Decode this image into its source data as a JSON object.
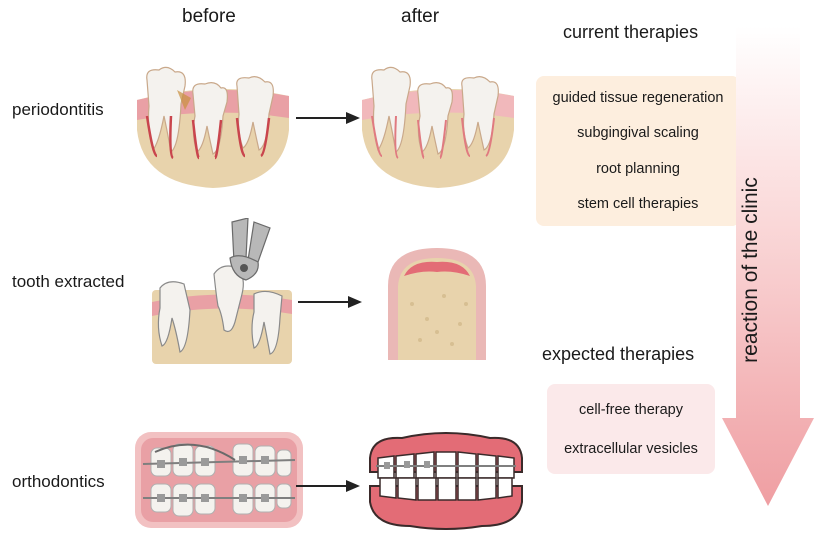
{
  "headers": {
    "before": "before",
    "after": "after"
  },
  "rows": [
    {
      "label": "periodontitis"
    },
    {
      "label": "tooth extracted"
    },
    {
      "label": "orthodontics"
    }
  ],
  "current": {
    "title": "current therapies",
    "items": [
      "guided tissue regeneration",
      "subgingival scaling",
      "root planning",
      "stem cell therapies"
    ]
  },
  "expected": {
    "title": "expected therapies",
    "items": [
      "cell-free therapy",
      "extracellular vesicles"
    ]
  },
  "clinic_arrow": {
    "label": "reaction of the clinic"
  },
  "colors": {
    "gum": "#e9a0a5",
    "gum_dark": "#c9454d",
    "bone": "#e8d3ac",
    "tooth": "#f4f2ee",
    "current_box": "#fdeede",
    "expected_box": "#fbe9ea",
    "clinic_arrow": "#f0a5a8"
  }
}
